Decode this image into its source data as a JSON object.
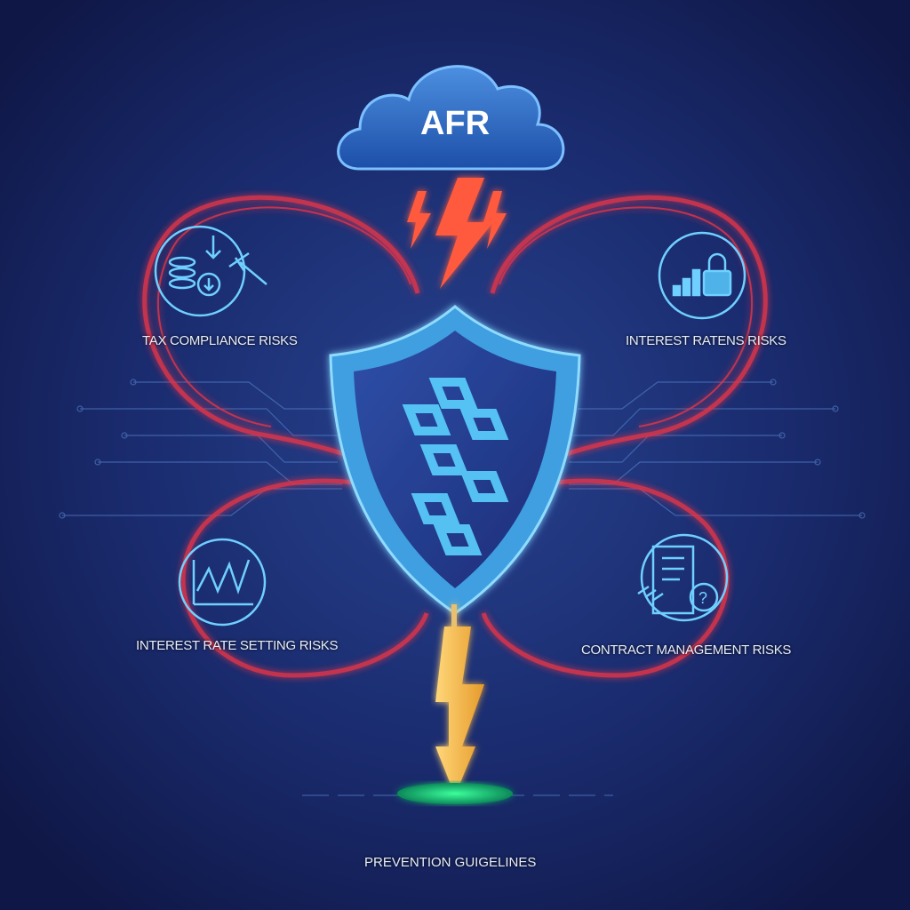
{
  "title": "AFR",
  "risks": [
    {
      "label": "TAX COMPLIANCE RISKS",
      "icon": "tax-compliance-icon"
    },
    {
      "label": "INTEREST RATENS RISKS",
      "icon": "chart-lock-icon"
    },
    {
      "label": "INTEREST RATE SETTING RISKS",
      "icon": "line-chart-icon"
    },
    {
      "label": "CONTRACT MANAGEMENT RISKS",
      "icon": "contract-chain-icon"
    }
  ],
  "footer": "PREVENTION GUIGELINES",
  "colors": {
    "background": "#15205a",
    "loop": "#e0344a",
    "shield": "#4fb3ea",
    "bolt_red": "#ff5a3c",
    "bolt_gold": "#f3b540",
    "glow": "#2fe08a"
  }
}
